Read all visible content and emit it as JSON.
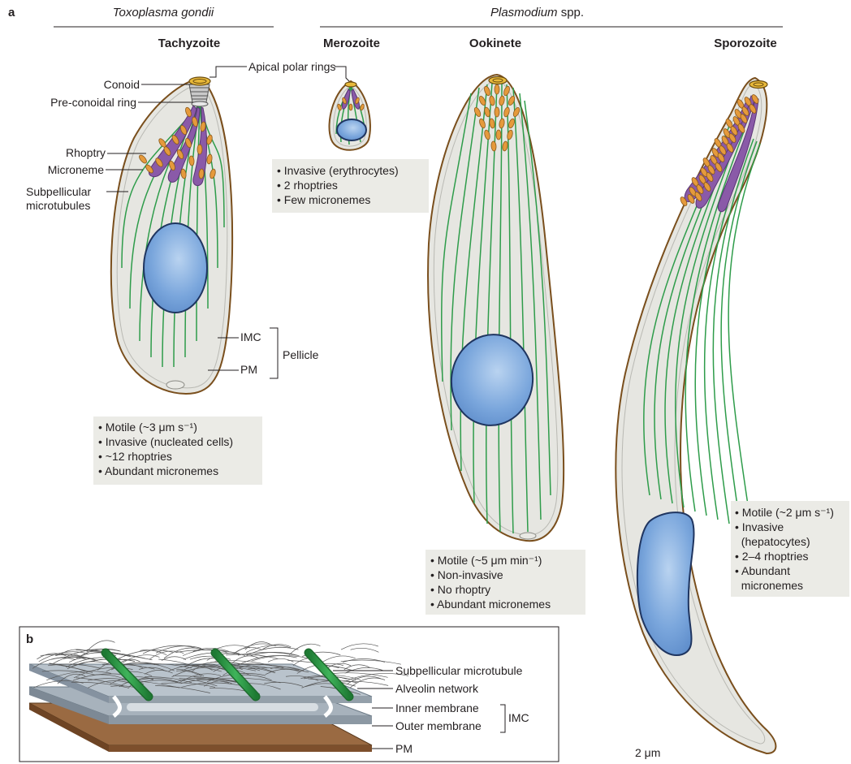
{
  "panel_a": {
    "letter": "a",
    "toxoplasma_header": "Toxoplasma gondii",
    "plasmodium_header": "Plasmodium",
    "plasmodium_suffix": " spp.",
    "stages": {
      "tachyzoite": "Tachyzoite",
      "merozoite": "Merozoite",
      "ookinete": "Ookinete",
      "sporozoite": "Sporozoite"
    },
    "labels": {
      "apical_polar_rings": "Apical polar rings",
      "conoid": "Conoid",
      "preconoidal_ring": "Pre-conoidal ring",
      "rhoptry": "Rhoptry",
      "microneme": "Microneme",
      "subpellicular_1": "Subpellicular",
      "subpellicular_2": "microtubules",
      "imc": "IMC",
      "pm": "PM",
      "pellicle": "Pellicle"
    },
    "boxes": {
      "tachyzoite": [
        "• Motile (~3 μm s⁻¹)",
        "• Invasive (nucleated cells)",
        "• ~12 rhoptries",
        "• Abundant micronemes"
      ],
      "merozoite": [
        "• Invasive (erythrocytes)",
        "• 2 rhoptries",
        "• Few micronemes"
      ],
      "ookinete": [
        "• Motile (~5 μm min⁻¹)",
        "• Non-invasive",
        "• No rhoptry",
        "• Abundant micronemes"
      ],
      "sporozoite": [
        "• Motile (~2 μm s⁻¹)",
        "• Invasive",
        "  (hepatocytes)",
        "• 2–4 rhoptries",
        "• Abundant",
        "  micronemes"
      ]
    },
    "scale_bar": "2 μm"
  },
  "panel_b": {
    "letter": "b",
    "labels": {
      "subpellicular_microtubule": "Subpellicular microtubule",
      "alveolin_network": "Alveolin network",
      "inner_membrane": "Inner membrane",
      "outer_membrane": "Outer membrane",
      "imc": "IMC",
      "pm": "PM"
    }
  },
  "colors": {
    "microtubule": "#2e9c4a",
    "nucleus": "#6fa0d8",
    "rhoptry": "#8a5aa8",
    "microneme": "#e59a3c",
    "apical_ring": "#e8b93a",
    "cell_fill": "#e6e6e1",
    "cell_outline": "#7a4f1d",
    "info_box": "#ebebe6",
    "imc_grey": "#a8b3bd",
    "pm_brown": "#8a5a34"
  }
}
